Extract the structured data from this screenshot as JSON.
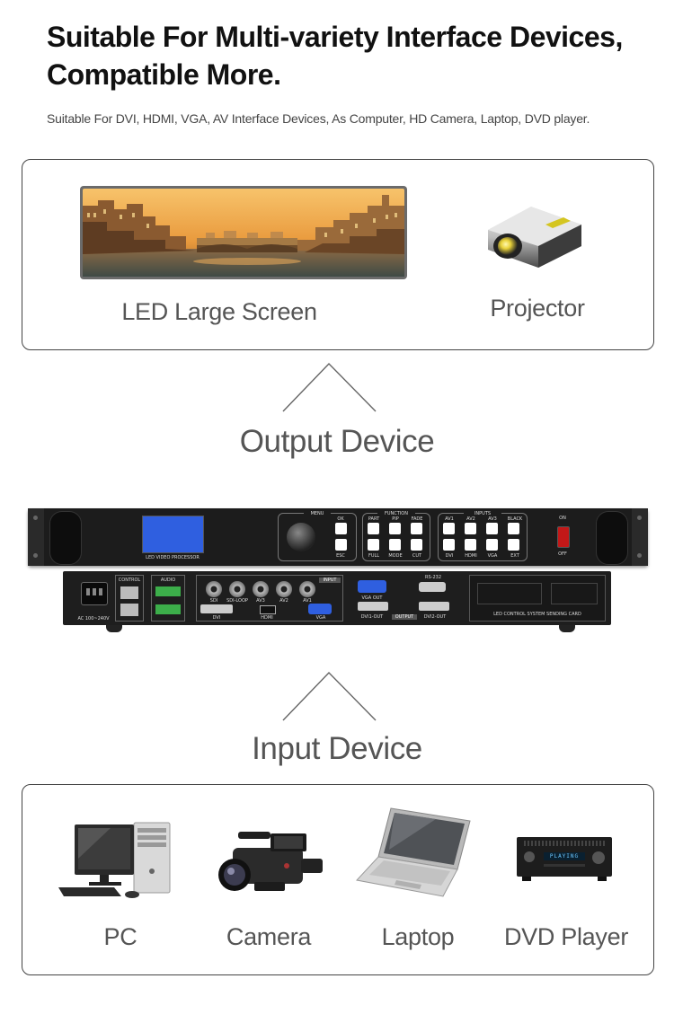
{
  "header": {
    "title_line1": "Suitable For Multi-variety Interface Devices,",
    "title_line2": "Compatible More.",
    "subtitle": "Suitable For DVI, HDMI, VGA, AV Interface Devices, As Computer, HD Camera, Laptop, DVD player."
  },
  "output_devices": [
    {
      "label": "LED Large Screen",
      "icon": "led-screen-image"
    },
    {
      "label": "Projector",
      "icon": "projector-icon"
    }
  ],
  "output_title": "Output Device",
  "processor": {
    "front_label": "LED VIDEO PROCESSOR",
    "menu_label": "MENU",
    "function_label": "FUNCTION",
    "inputs_label": "INPUTS",
    "menu_keys": [
      "OK",
      "ESC"
    ],
    "function_keys_top": [
      "PART",
      "PIP",
      "FADE"
    ],
    "function_keys_bottom": [
      "FULL",
      "MODE",
      "CUT"
    ],
    "input_keys_top": [
      "AV1",
      "AV2",
      "AV3",
      "BLACK"
    ],
    "input_keys_bottom": [
      "DVI",
      "HDMI",
      "VGA",
      "EXT"
    ],
    "power_on": "ON",
    "power_off": "OFF",
    "rear": {
      "power_label": "AC 100~240V",
      "control_label": "CONTROL",
      "audio_label": "AUDIO",
      "input_label": "INPUT",
      "ports_bnc": [
        "SDI",
        "SDI-LOOP",
        "AV3",
        "AV2",
        "AV1"
      ],
      "dvi_label": "DVI",
      "hdmi_label": "HDMI",
      "vga_label": "VGA",
      "vga_out_label": "VGA OUT",
      "rs232_label": "RS-232",
      "dvi1_out_label": "DVI1-OUT",
      "output_label": "OUTPUT",
      "dvi2_out_label": "DVI2-OUT",
      "card_label": "LED CONTROL SYSTEM SENDING CARD"
    }
  },
  "input_title": "Input Device",
  "input_devices": [
    {
      "label": "PC",
      "icon": "pc-icon"
    },
    {
      "label": "Camera",
      "icon": "camera-icon"
    },
    {
      "label": "Laptop",
      "icon": "laptop-icon"
    },
    {
      "label": "DVD Player",
      "icon": "dvd-player-icon",
      "display": "PLAYING"
    }
  ],
  "colors": {
    "accent_blue": "#2f5fe0",
    "panel_black": "#1a1a1a",
    "text_gray": "#555555"
  }
}
